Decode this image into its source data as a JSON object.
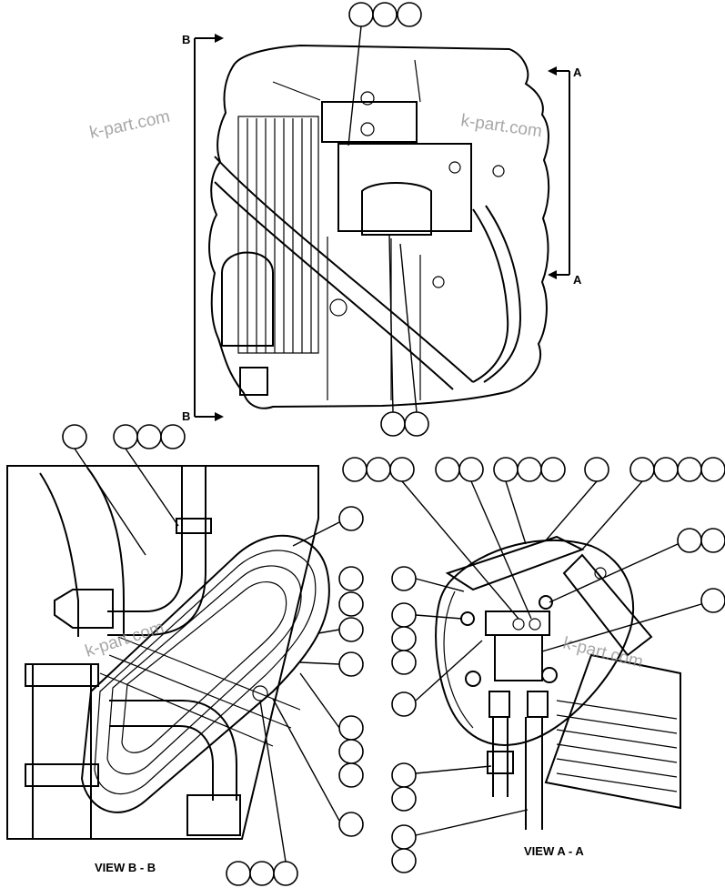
{
  "labels": {
    "section_a_top": "A",
    "section_a_bottom": "A",
    "section_b_top": "B",
    "section_b_bottom": "B",
    "view_bb": "VIEW B - B",
    "view_aa": "VIEW A - A"
  },
  "watermarks": [
    "k-part.com",
    "k-part.com",
    "k-part.com",
    "k-part.com"
  ],
  "colors": {
    "ink": "#000000",
    "paper": "#ffffff",
    "watermark": "#8a8a8a"
  },
  "callout_bubbles": "empty circles (no numbers shown)"
}
